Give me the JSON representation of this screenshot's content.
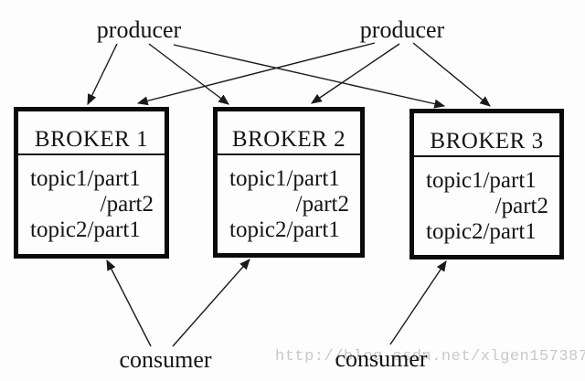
{
  "producers": [
    {
      "label": "producer"
    },
    {
      "label": "producer"
    }
  ],
  "brokers": [
    {
      "title": "BROKER 1",
      "topics": [
        "topic1/part1",
        "/part2",
        "topic2/part1"
      ]
    },
    {
      "title": "BROKER 2",
      "topics": [
        "topic1/part1",
        "/part2",
        "topic2/part1"
      ]
    },
    {
      "title": "BROKER 3",
      "topics": [
        "topic1/part1",
        "/part2",
        "topic2/part1"
      ]
    }
  ],
  "consumers": [
    {
      "label": "consumer"
    },
    {
      "label": "consumer"
    }
  ],
  "edges": [
    {
      "from": "producer-1",
      "to": "broker-1"
    },
    {
      "from": "producer-1",
      "to": "broker-2"
    },
    {
      "from": "producer-1",
      "to": "broker-3"
    },
    {
      "from": "producer-2",
      "to": "broker-1"
    },
    {
      "from": "producer-2",
      "to": "broker-2"
    },
    {
      "from": "producer-2",
      "to": "broker-3"
    },
    {
      "from": "consumer-1",
      "to": "broker-1"
    },
    {
      "from": "consumer-1",
      "to": "broker-2"
    },
    {
      "from": "consumer-2",
      "to": "broker-3"
    }
  ],
  "watermark": {
    "text": "http://blog.csdn.net/xlgen157387"
  },
  "colors": {
    "text": "#141414",
    "line": "#1a1a1a",
    "box_border": "#0b0b0b",
    "background": "#fdfdfd",
    "watermark": "#c9c9c9"
  }
}
